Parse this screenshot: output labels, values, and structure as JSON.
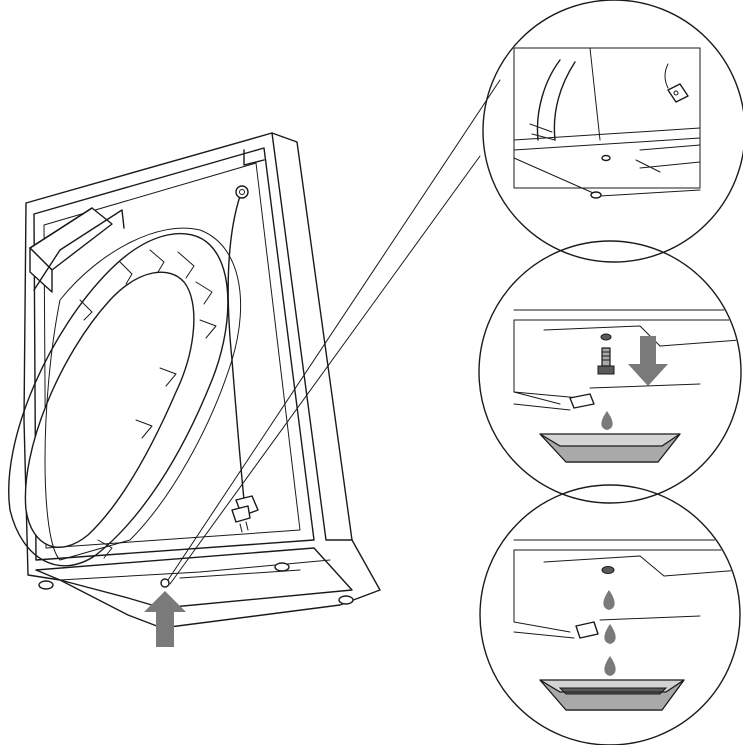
{
  "diagram": {
    "steps": [
      {
        "id": "detail-1",
        "content": [
          "drain-plug-location",
          "power-cord-plug"
        ]
      },
      {
        "id": "detail-2",
        "content": [
          "drain-screw-removal",
          "down-arrow",
          "water-drop",
          "collection-tray"
        ]
      },
      {
        "id": "detail-3",
        "content": [
          "water-drops",
          "collection-tray"
        ]
      }
    ],
    "colors": {
      "line": "#1a1a1a",
      "arrow": "#7a7a7a",
      "tray_fill": "#a9a9a9",
      "tray_rim": "#d4d4d4",
      "drop": "#7a7a7a",
      "background": "#ffffff"
    },
    "icons": [
      "up-arrow-icon",
      "down-arrow-icon",
      "water-drop-icon",
      "plug-icon",
      "screw-icon",
      "tray-icon"
    ]
  }
}
